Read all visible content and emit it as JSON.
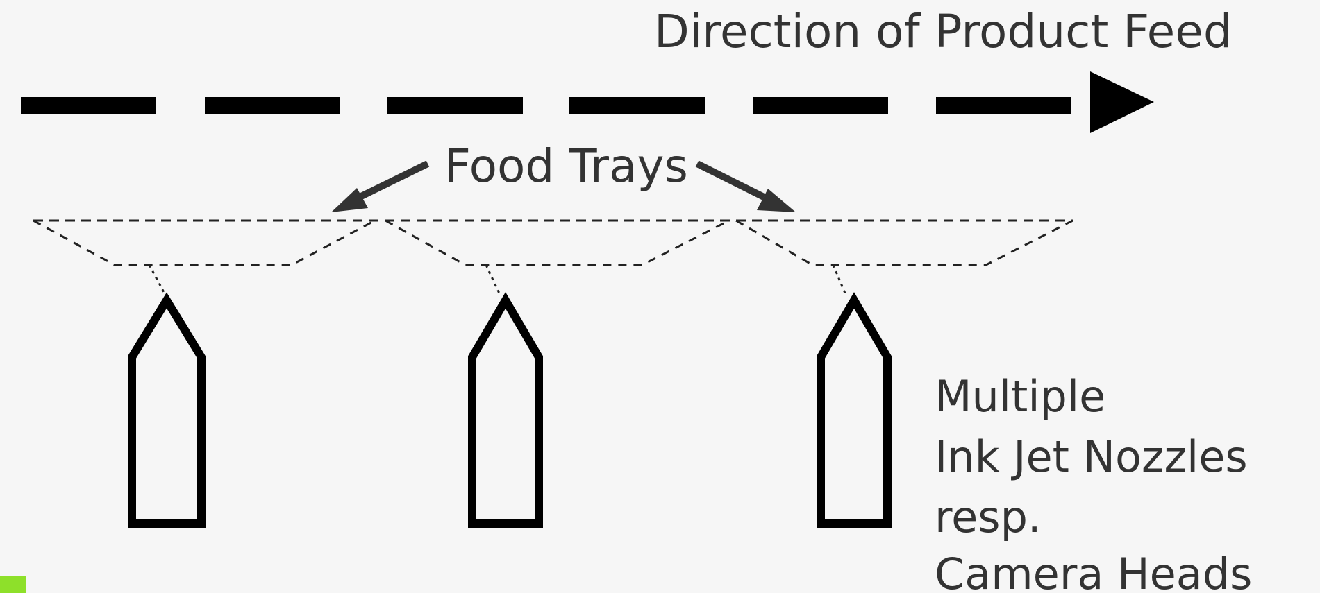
{
  "labels": {
    "feed_direction": "Direction of Product Feed",
    "trays": "Food Trays",
    "nozzles": [
      "Multiple",
      "Ink Jet Nozzles",
      "resp.",
      "Camera Heads"
    ]
  },
  "colors": {
    "background": "#f6f6f6",
    "lines": "#000000",
    "text": "#333333",
    "corner_mark": "#8ee02a"
  },
  "nozzle_count": 3
}
